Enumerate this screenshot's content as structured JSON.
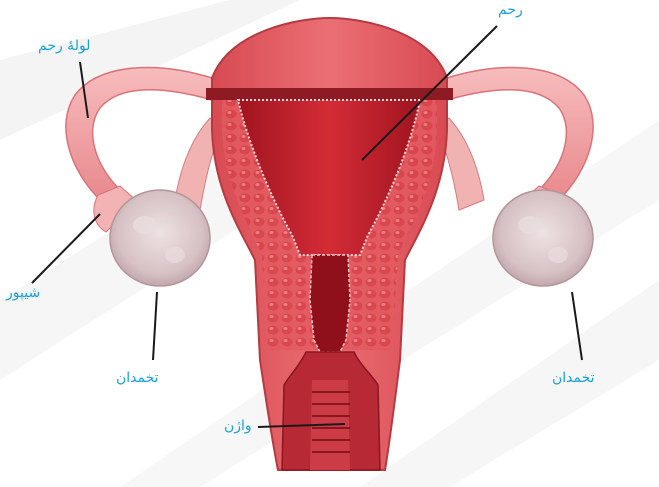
{
  "labels": {
    "uterus": "رحم",
    "fallopian_tube": "لولهٔ رحم",
    "fimbriae": "شیپور",
    "ovary_left": "تخمدان",
    "ovary_right": "تخمدان",
    "vagina": "واژن"
  },
  "colors": {
    "label_text": "#1aa0d8",
    "leader_line": "#1a1a1a",
    "tissue_light": "#f2a3a3",
    "tissue_mid": "#e0555c",
    "tissue_dark": "#b0202a",
    "cavity": "#c8232e",
    "ovary": "#d9c6c8",
    "watermark": "#e9e9e9"
  }
}
